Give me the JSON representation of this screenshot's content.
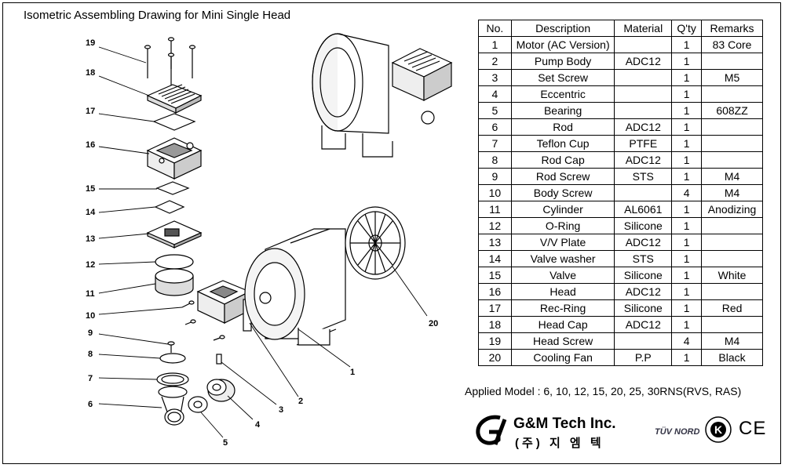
{
  "title": "Isometric Assembling Drawing for Mini Single Head",
  "table": {
    "headers": [
      "No.",
      "Description",
      "Material",
      "Q'ty",
      "Remarks"
    ],
    "rows": [
      [
        "1",
        "Motor (AC Version)",
        "",
        "1",
        "83 Core"
      ],
      [
        "2",
        "Pump Body",
        "ADC12",
        "1",
        ""
      ],
      [
        "3",
        "Set Screw",
        "",
        "1",
        "M5"
      ],
      [
        "4",
        "Eccentric",
        "",
        "1",
        ""
      ],
      [
        "5",
        "Bearing",
        "",
        "1",
        "608ZZ"
      ],
      [
        "6",
        "Rod",
        "ADC12",
        "1",
        ""
      ],
      [
        "7",
        "Teflon Cup",
        "PTFE",
        "1",
        ""
      ],
      [
        "8",
        "Rod Cap",
        "ADC12",
        "1",
        ""
      ],
      [
        "9",
        "Rod Screw",
        "STS",
        "1",
        "M4"
      ],
      [
        "10",
        "Body Screw",
        "",
        "4",
        "M4"
      ],
      [
        "11",
        "Cylinder",
        "AL6061",
        "1",
        "Anodizing"
      ],
      [
        "12",
        "O-Ring",
        "Silicone",
        "1",
        ""
      ],
      [
        "13",
        "V/V Plate",
        "ADC12",
        "1",
        ""
      ],
      [
        "14",
        "Valve washer",
        "STS",
        "1",
        ""
      ],
      [
        "15",
        "Valve",
        "Silicone",
        "1",
        "White"
      ],
      [
        "16",
        "Head",
        "ADC12",
        "1",
        ""
      ],
      [
        "17",
        "Rec-Ring",
        "Silicone",
        "1",
        "Red"
      ],
      [
        "18",
        "Head Cap",
        "ADC12",
        "1",
        ""
      ],
      [
        "19",
        "Head Screw",
        "",
        "4",
        "M4"
      ],
      [
        "20",
        "Cooling Fan",
        "P.P",
        "1",
        "Black"
      ]
    ]
  },
  "applied_model": "Applied Model : 6, 10, 12, 15, 20, 25, 30RNS(RVS, RAS)",
  "company": {
    "name": "G&M Tech Inc.",
    "name_korean": "(주) 지 엠 텍"
  },
  "certifications": {
    "tuv": "TÜV NORD",
    "k_mark": "K",
    "ce": "CE"
  },
  "callouts": [
    "19",
    "18",
    "17",
    "16",
    "15",
    "14",
    "13",
    "12",
    "11",
    "10",
    "9",
    "8",
    "7",
    "6",
    "5",
    "4",
    "3",
    "2",
    "1",
    "20"
  ]
}
